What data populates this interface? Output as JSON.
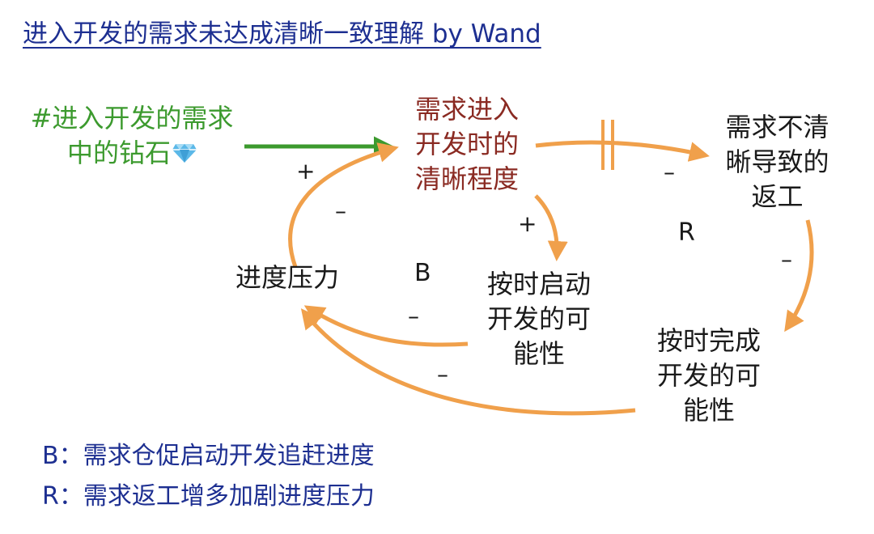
{
  "title": "进入开发的需求未达成清晰一致理解 by Wand",
  "nodes": {
    "diamonds": {
      "lines": [
        "#进入开发的需求",
        "中的钻石"
      ],
      "icon": "diamond-icon",
      "color": "#3c9a2e"
    },
    "clarity": {
      "lines": [
        "需求进入",
        "开发时的",
        "清晰程度"
      ],
      "color": "#8a2a22"
    },
    "rework": {
      "lines": [
        "需求不清",
        "晰导致的",
        "返工"
      ]
    },
    "pressure": {
      "lines": [
        "进度压力"
      ]
    },
    "start_on_time": {
      "lines": [
        "按时启动",
        "开发的可",
        "能性"
      ]
    },
    "finish_on_time": {
      "lines": [
        "按时完成",
        "开发的可",
        "能性"
      ]
    }
  },
  "link_signs": {
    "diamonds_to_clarity": "+",
    "pressure_to_clarity": "–",
    "clarity_to_rework": "–",
    "clarity_to_start": "+",
    "start_to_pressure": "–",
    "rework_to_finish": "–",
    "finish_to_pressure": "–"
  },
  "loops": {
    "balancing": "B",
    "reinforcing": "R"
  },
  "legend": {
    "b": "B：需求仓促启动开发追赶进度",
    "r": "R：需求返工增多加剧进度压力"
  },
  "colors": {
    "title": "#1d2f91",
    "legend": "#1d2f91",
    "positive_link": "#3c9a2e",
    "link": "#f0a04b",
    "diamond": "#5bb8e8"
  }
}
